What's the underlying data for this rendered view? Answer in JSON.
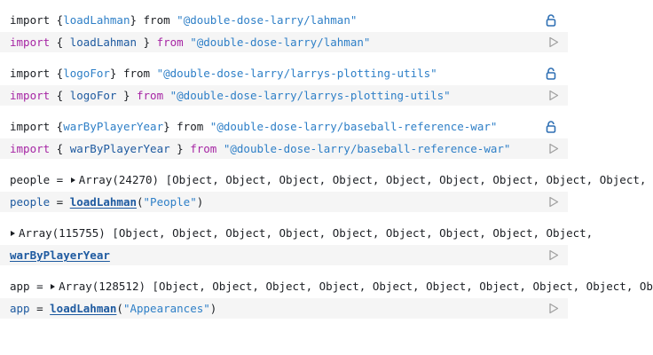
{
  "cells": [
    {
      "output": {
        "kw": "import",
        "open": " {",
        "name": "loadLahman",
        "close": "} from ",
        "str": "\"@double-dose-larry/lahman\""
      },
      "source": {
        "kw": "import",
        "open": " { ",
        "name": "loadLahman",
        "close": " } ",
        "from": "from",
        "str": " \"@double-dose-larry/lahman\""
      }
    },
    {
      "output": {
        "kw": "import",
        "open": " {",
        "name": "logoFor",
        "close": "} from ",
        "str": "\"@double-dose-larry/larrys-plotting-utils\""
      },
      "source": {
        "kw": "import",
        "open": " { ",
        "name": "logoFor",
        "close": " } ",
        "from": "from",
        "str": " \"@double-dose-larry/larrys-plotting-utils\""
      }
    },
    {
      "output": {
        "kw": "import",
        "open": " {",
        "name": "warByPlayerYear",
        "close": "} from ",
        "str": "\"@double-dose-larry/baseball-reference-war\""
      },
      "source": {
        "kw": "import",
        "open": " { ",
        "name": "warByPlayerYear",
        "close": " } ",
        "from": "from",
        "str": " \"@double-dose-larry/baseball-reference-war\""
      }
    },
    {
      "output": {
        "prefix": "people = ",
        "array": "Array(24270) [Object, Object, Object, Object, Object, Object, Object, Object, Object,"
      },
      "source": {
        "var": "people",
        "eq": " = ",
        "fn": "loadLahman",
        "open": "(",
        "str": "\"People\"",
        "close": ")"
      }
    },
    {
      "output": {
        "array": "Array(115755) [Object, Object, Object, Object, Object, Object, Object, Object, Object,"
      },
      "source": {
        "fn": "warByPlayerYear"
      }
    },
    {
      "output": {
        "prefix": "app = ",
        "array": "Array(128512) [Object, Object, Object, Object, Object, Object, Object, Object, Object, Ob"
      },
      "source": {
        "var": "app",
        "eq": " = ",
        "fn": "loadLahman",
        "open": "(",
        "str": "\"Appearances\"",
        "close": ")"
      }
    }
  ],
  "icons": {
    "lock": "lock-icon",
    "run": "play-icon"
  },
  "colors": {
    "keyword": "#a626a4",
    "string": "#2e7fc7",
    "cell_bg": "#f5f5f5"
  }
}
